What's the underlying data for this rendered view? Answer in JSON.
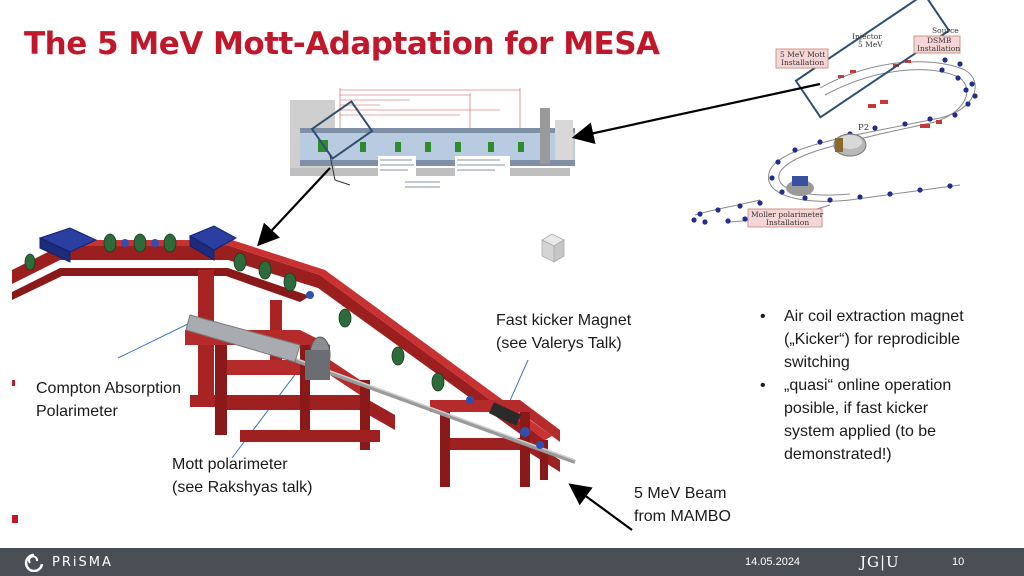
{
  "slide": {
    "title": "The 5 MeV Mott-Adaptation for MESA",
    "labels": {
      "fast_kicker": [
        "Fast kicker Magnet",
        "(see Valerys Talk)"
      ],
      "compton": [
        "Compton Absorption",
        "Polarimeter"
      ],
      "mott": [
        "Mott polarimeter",
        "(see Rakshyas talk)"
      ],
      "beam": [
        "5 MeV Beam",
        "from MAMBO"
      ]
    },
    "bullets": [
      "Air coil extraction magnet („Kicker“) for reprodicible switching",
      "„quasi“ online operation posible, if fast kicker system applied (to be demonstrated!)"
    ],
    "diagram": {
      "injector": "Injector",
      "injector_energy": "5 MeV",
      "source": "Source",
      "dsmb": "DSMB",
      "dsmb_installation": "Installation",
      "mott_install_1": "5 MeV Mott",
      "mott_install_2": "Installation",
      "p2": "P2",
      "moller_1": "Moller polarimeter",
      "moller_2": "Installation"
    }
  },
  "footer": {
    "brand": "PRiSMA",
    "date": "14.05.2024",
    "university": "JG|U",
    "page_number": "10"
  }
}
